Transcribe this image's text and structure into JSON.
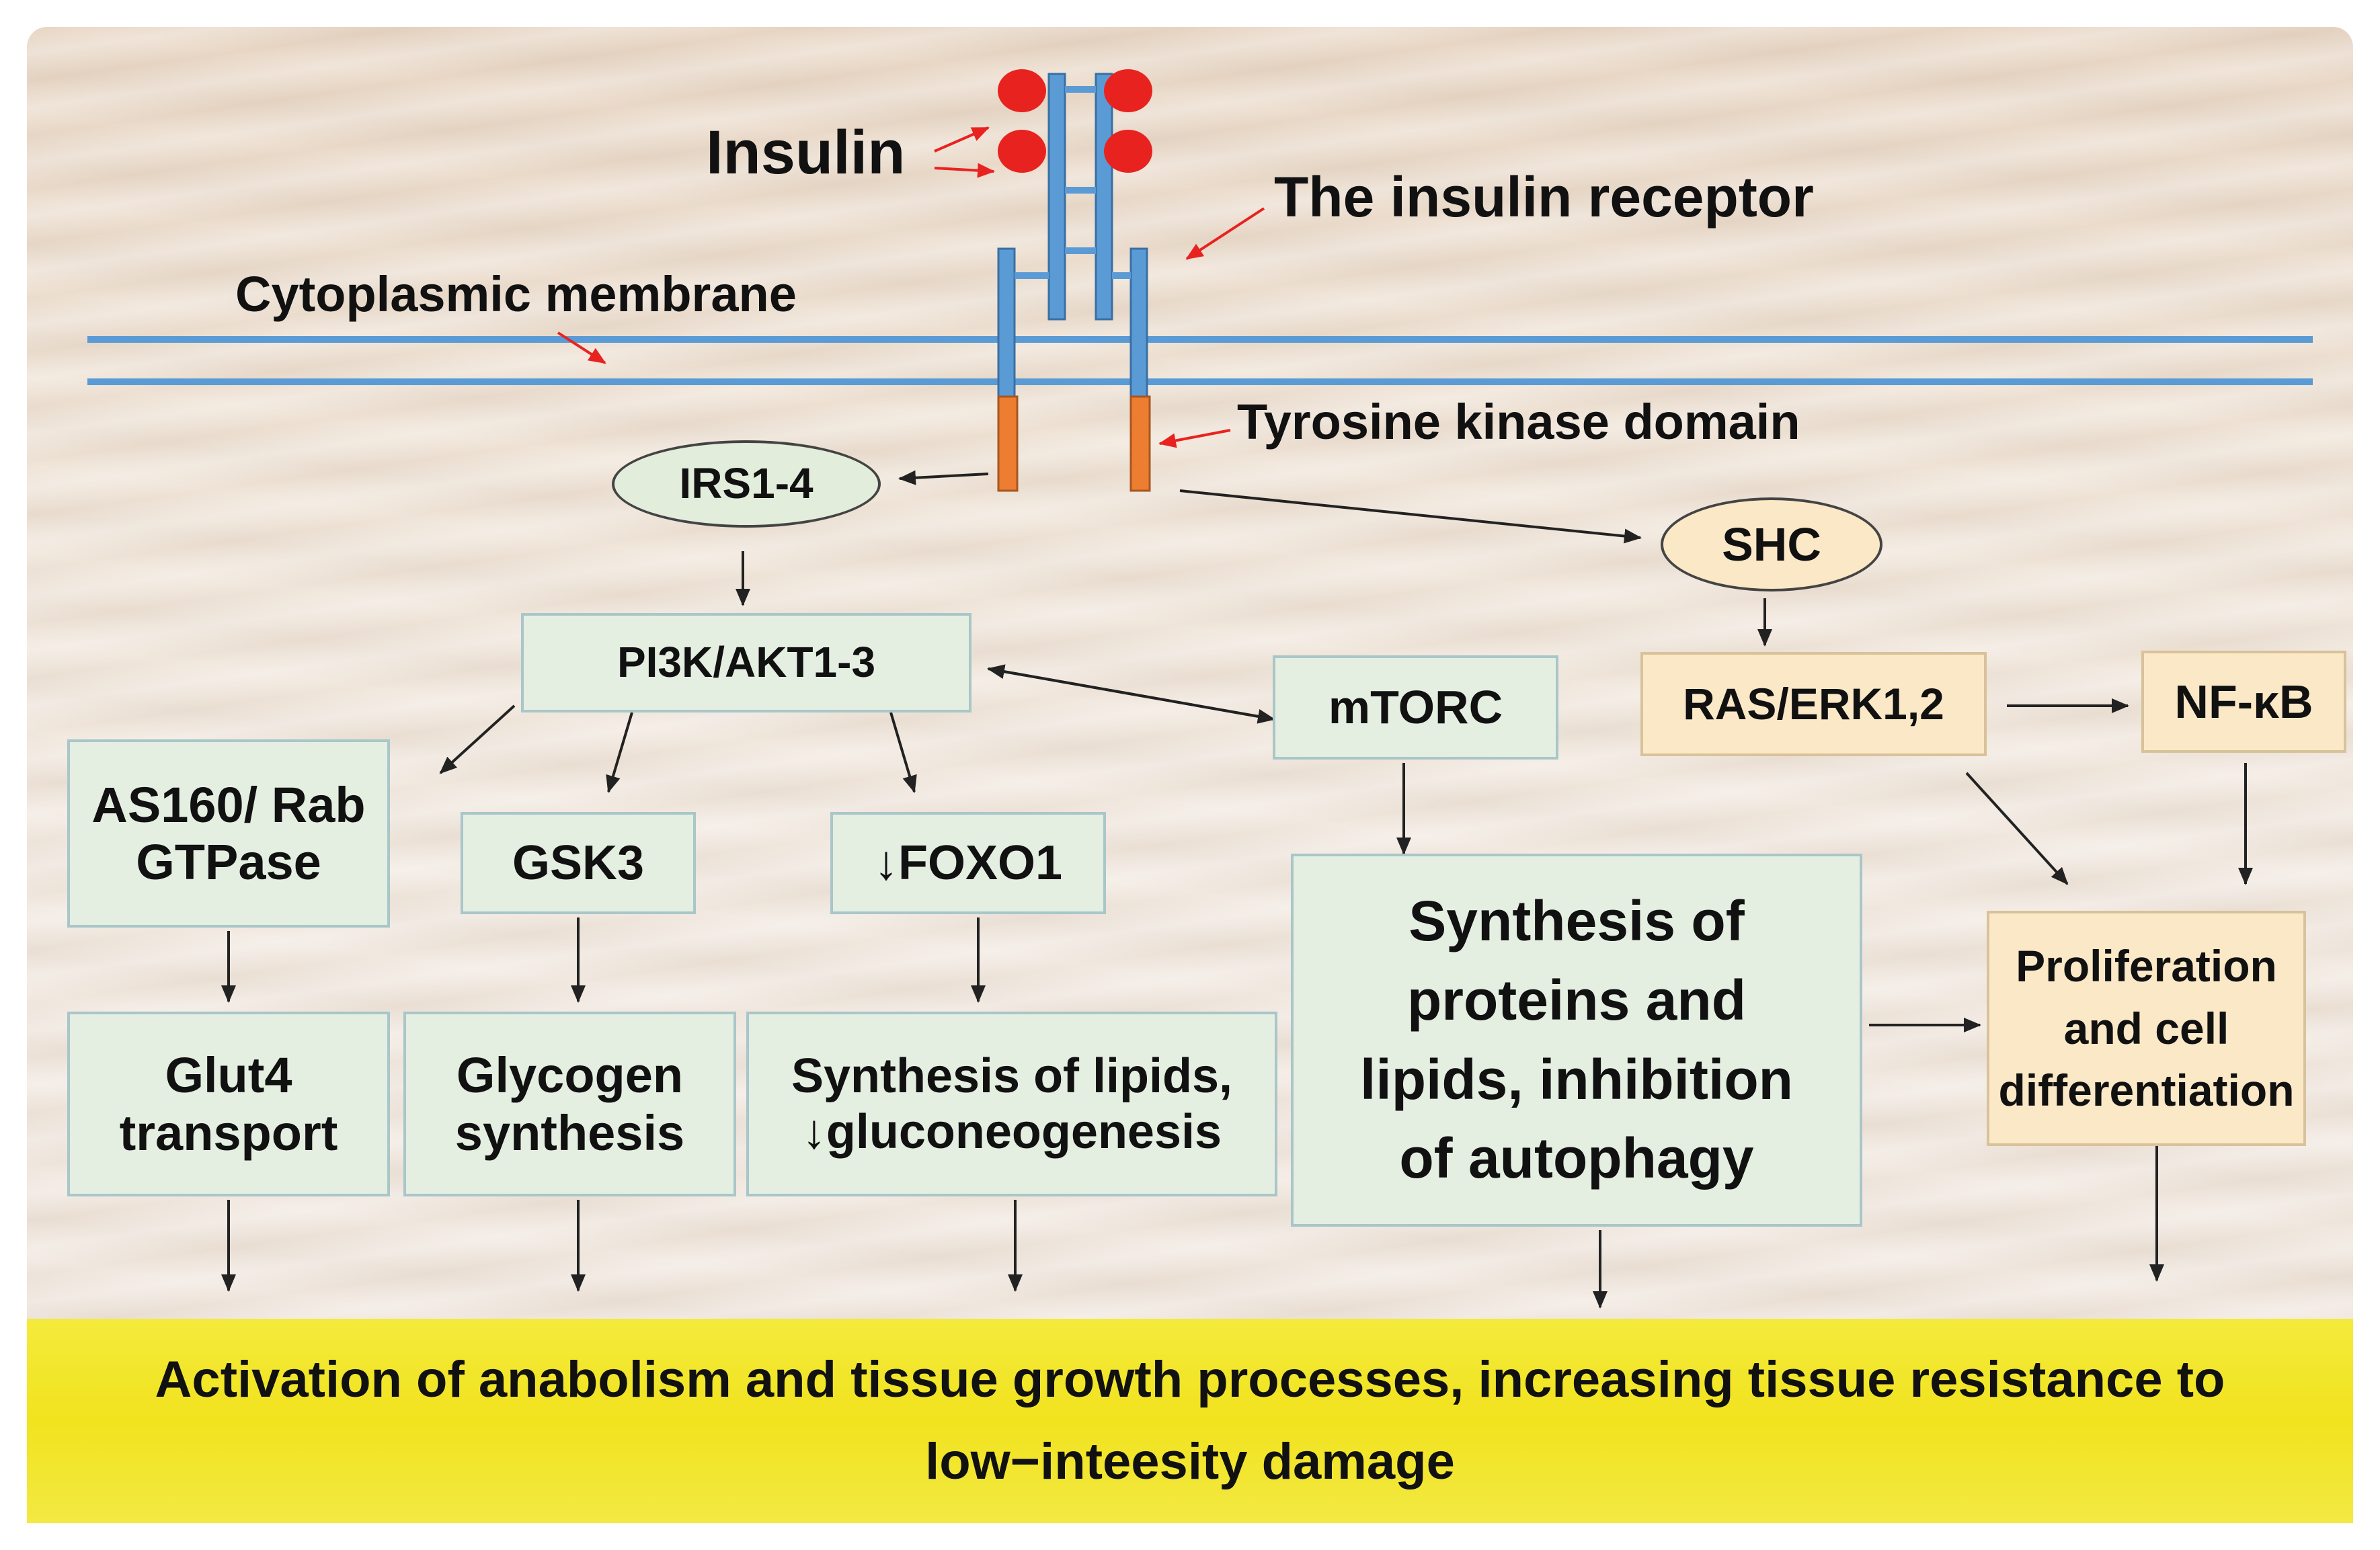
{
  "labels": {
    "insulin": "Insulin",
    "receptor": "The insulin receptor",
    "membrane": "Cytoplasmic membrane",
    "tk_domain": "Tyrosine kinase domain"
  },
  "nodes": {
    "irs": "IRS1-4",
    "shc": "SHC",
    "pi3k": "PI3K/AKT1-3",
    "mtorc": "mTORC",
    "ras": "RAS/ERK1,2",
    "nfkb": "NF-κB",
    "as160": "AS160/ Rab GTPase",
    "gsk3": "GSK3",
    "foxo1": "↓FOXO1",
    "glut4": "Glut4 transport",
    "glycogen": "Glycogen synthesis",
    "lipids": "Synthesis of lipids, ↓gluconeogenesis",
    "proteins": "Synthesis of proteins and lipids, inhibition of autophagy",
    "proliferation": "Proliferation and cell differentiation"
  },
  "banner": "Activation of anabolism and tissue growth processes, increasing tissue resistance to low−inteesity damage",
  "colors": {
    "receptor_blue": "#5b9bd5",
    "kinase_orange": "#ed7d31",
    "insulin_red": "#e8231f",
    "banner_yellow": "#f1e31e"
  }
}
